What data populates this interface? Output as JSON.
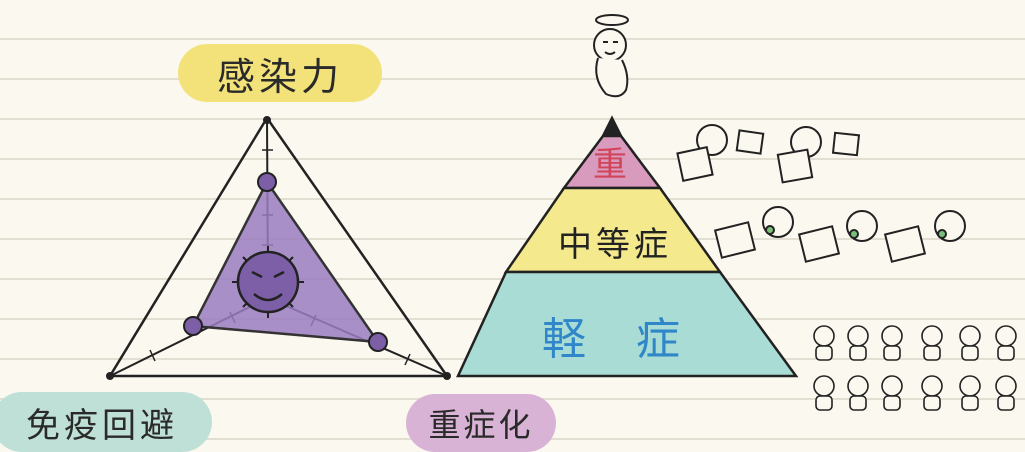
{
  "labels": {
    "infectivity": "感染力",
    "immune_escape": "免疫回避",
    "severity": "重症化"
  },
  "pyramid": {
    "top": "重",
    "middle": "中等症",
    "bottom": "軽 症"
  },
  "colors": {
    "infect_pill": "#f3e27a",
    "escape_pill": "#bfe0d6",
    "severe_pill": "#d9b3d6",
    "radar_fill": "#9a7cc0",
    "tier_top": "#d99bbd",
    "tier_mid": "#f4e98c",
    "tier_bottom": "#a9dcd4"
  }
}
